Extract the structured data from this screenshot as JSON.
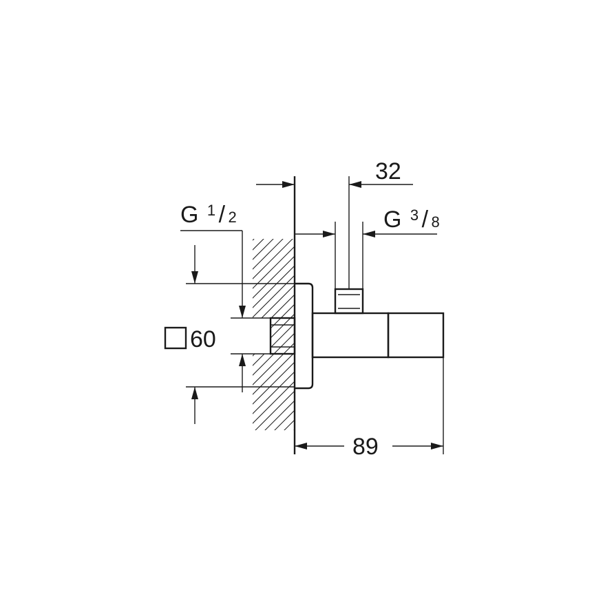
{
  "dimensions": {
    "depth_to_outlet": "32",
    "overall_length": "89",
    "square_size": "60",
    "outlet_thread": {
      "prefix": "G",
      "num": "3",
      "slash": "/",
      "den": "8"
    },
    "inlet_thread": {
      "prefix": "G",
      "num": "1",
      "slash": "/",
      "den": "2"
    }
  },
  "icons": {
    "square_symbol": "square-icon"
  }
}
